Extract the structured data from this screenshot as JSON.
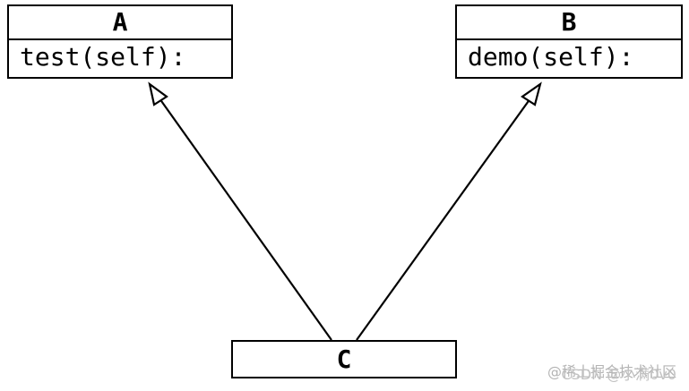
{
  "classes": {
    "a": {
      "name": "A",
      "method": "test(self):"
    },
    "b": {
      "name": "B",
      "method": "demo(self):"
    },
    "c": {
      "name": "C"
    }
  },
  "relations": [
    {
      "from": "C",
      "to": "A",
      "type": "inheritance"
    },
    {
      "from": "C",
      "to": "B",
      "type": "inheritance"
    }
  ],
  "watermark": {
    "line1": "@稀土掘金技术社区",
    "line2": "CSDN @小满0v0"
  },
  "colors": {
    "stroke": "#000000",
    "background": "#ffffff",
    "watermark": "#b4b4b4"
  }
}
